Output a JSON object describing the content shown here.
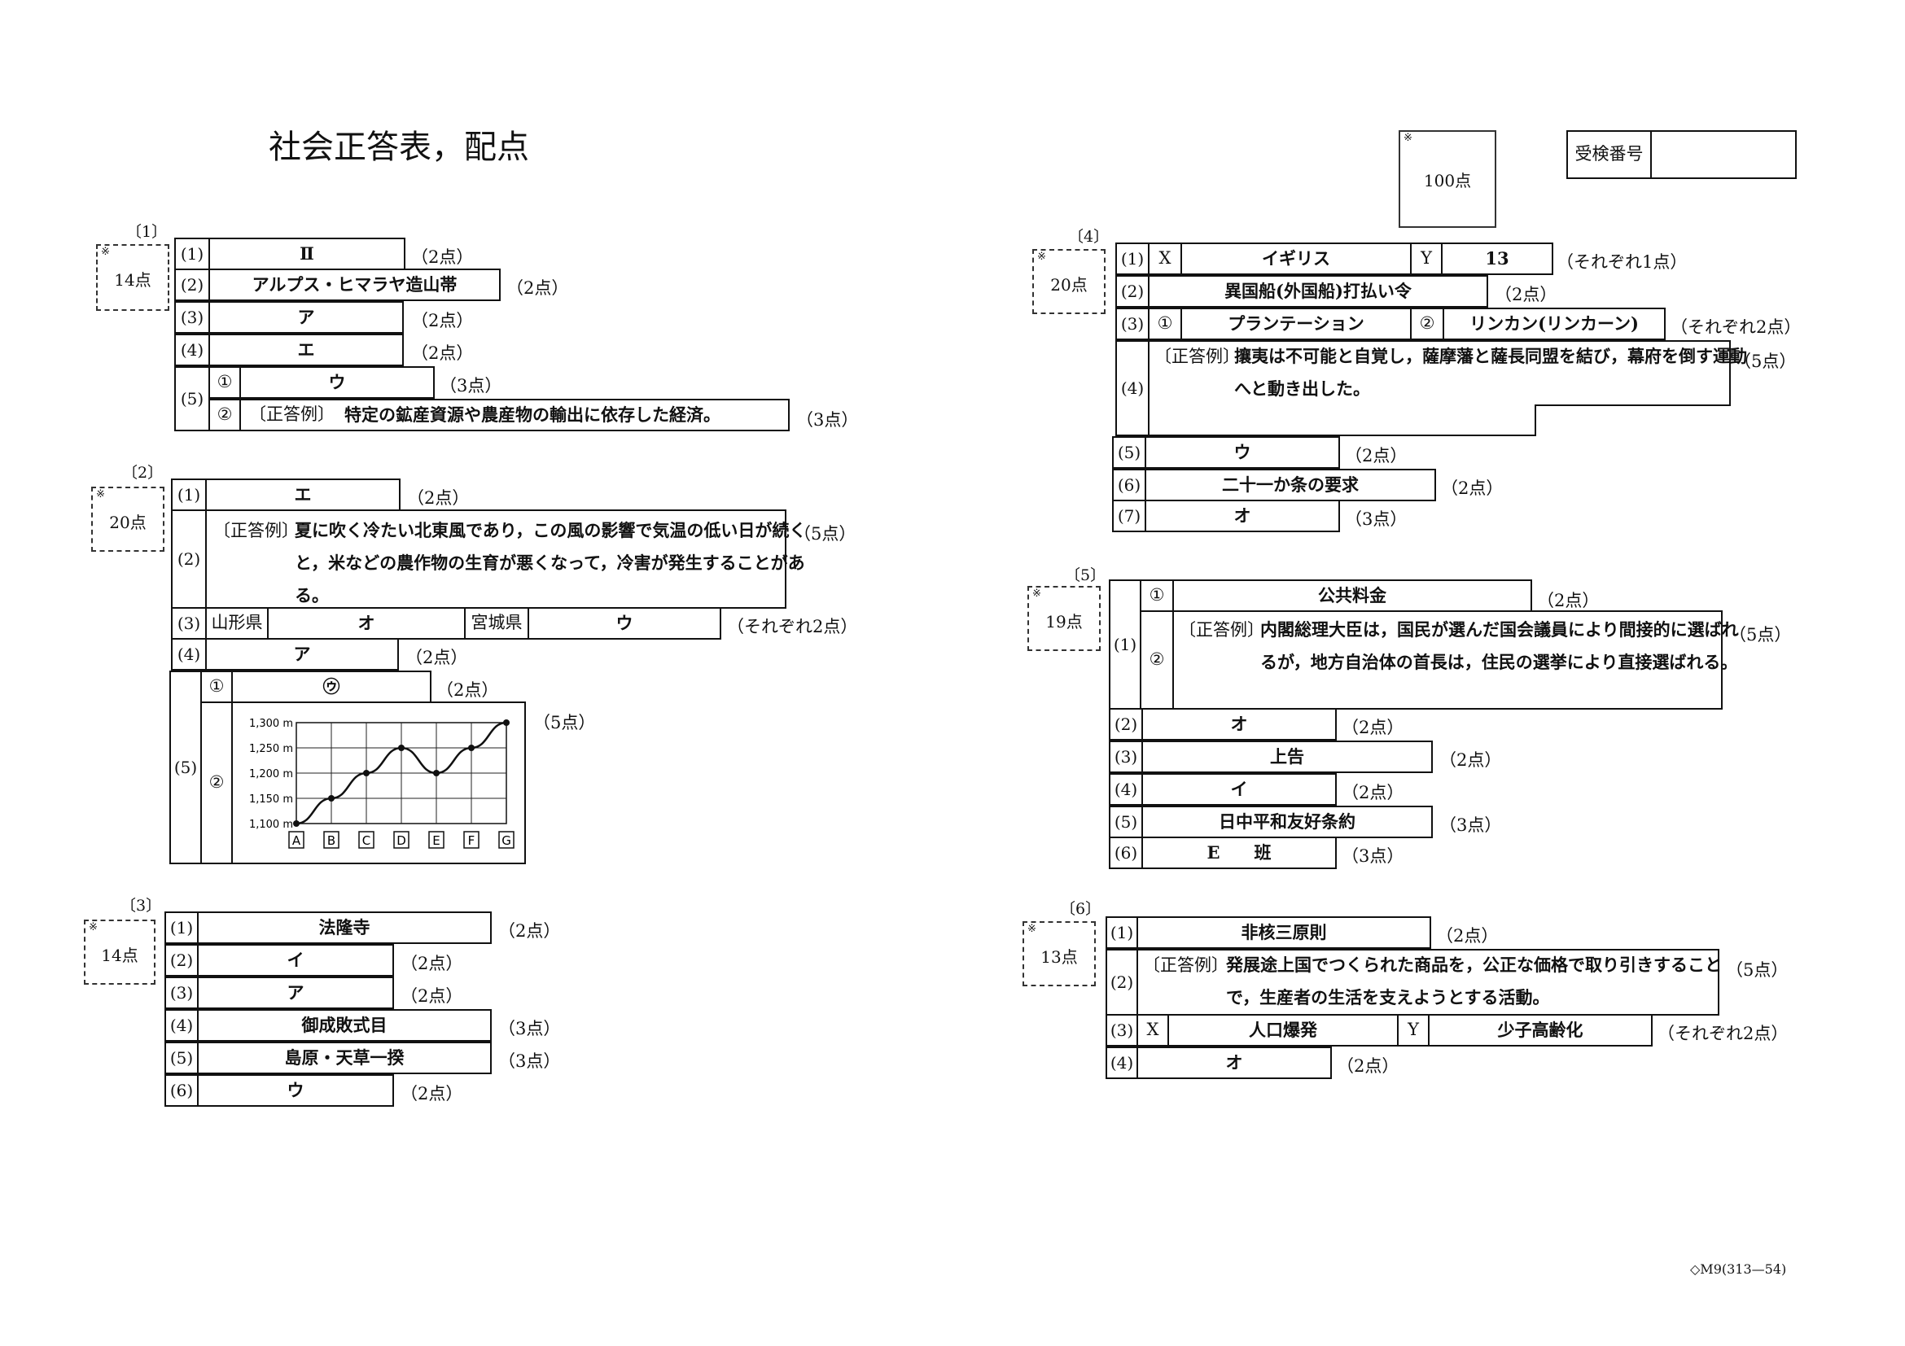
{
  "title": "社会正答表，配点",
  "total": {
    "mark": "※",
    "points": "100点"
  },
  "exam_number_label": "受検番号",
  "footer": "◇M9(313—54)",
  "s1": {
    "header": "〔1〕",
    "points": "14点",
    "q1": {
      "num": "(1)",
      "answer": "Ⅱ",
      "pts": "（2点）"
    },
    "q2": {
      "num": "(2)",
      "answer": "アルプス・ヒマラヤ造山帯",
      "pts": "（2点）"
    },
    "q3": {
      "num": "(3)",
      "answer": "ア",
      "pts": "（2点）"
    },
    "q4": {
      "num": "(4)",
      "answer": "エ",
      "pts": "（2点）"
    },
    "q5": {
      "num": "(5)",
      "a1": {
        "num": "①",
        "answer": "ウ",
        "pts": "（3点）"
      },
      "a2": {
        "num": "②",
        "prefix": "〔正答例〕",
        "answer": "特定の鉱産資源や農産物の輸出に依存した経済。",
        "pts": "（3点）"
      }
    }
  },
  "s2": {
    "header": "〔2〕",
    "points": "20点",
    "q1": {
      "num": "(1)",
      "answer": "エ",
      "pts": "（2点）"
    },
    "q2": {
      "num": "(2)",
      "prefix": "〔正答例〕",
      "line1": "夏に吹く冷たい北東風であり，この風の影響で気温の低い日が続く",
      "line2": "と，米などの農作物の生育が悪くなって，冷害が発生することがあ",
      "line3": "る。",
      "pts": "（5点）"
    },
    "q3": {
      "num": "(3)",
      "label1": "山形県",
      "answer1": "オ",
      "label2": "宮城県",
      "answer2": "ウ",
      "pts": "（それぞれ2点）"
    },
    "q4": {
      "num": "(4)",
      "answer": "ア",
      "pts": "（2点）"
    },
    "q5": {
      "num": "(5)",
      "a1": {
        "num": "①",
        "answer": "㋒",
        "pts": "（2点）"
      },
      "a2": {
        "num": "②",
        "pts": "（5点）"
      }
    }
  },
  "s3": {
    "header": "〔3〕",
    "points": "14点",
    "q1": {
      "num": "(1)",
      "answer": "法隆寺",
      "pts": "（2点）"
    },
    "q2": {
      "num": "(2)",
      "answer": "イ",
      "pts": "（2点）"
    },
    "q3": {
      "num": "(3)",
      "answer": "ア",
      "pts": "（2点）"
    },
    "q4": {
      "num": "(4)",
      "answer": "御成敗式目",
      "pts": "（3点）"
    },
    "q5": {
      "num": "(5)",
      "answer": "島原・天草一揆",
      "pts": "（3点）"
    },
    "q6": {
      "num": "(6)",
      "answer": "ウ",
      "pts": "（2点）"
    }
  },
  "s4": {
    "header": "〔4〕",
    "points": "20点",
    "q1": {
      "num": "(1)",
      "label1": "X",
      "answer1": "イギリス",
      "label2": "Y",
      "answer2": "13",
      "pts": "（それぞれ1点）"
    },
    "q2": {
      "num": "(2)",
      "answer": "異国船(外国船)打払い令",
      "pts": "（2点）"
    },
    "q3": {
      "num": "(3)",
      "label1": "①",
      "answer1": "プランテーション",
      "label2": "②",
      "answer2": "リンカン(リンカーン)",
      "pts": "（それぞれ2点）"
    },
    "q4": {
      "num": "(4)",
      "prefix": "〔正答例〕",
      "line1": "攘夷は不可能と自覚し，薩摩藩と薩長同盟を結び，幕府を倒す運動",
      "line2": "へと動き出した。",
      "pts": "（5点）"
    },
    "q5": {
      "num": "(5)",
      "answer": "ウ",
      "pts": "（2点）"
    },
    "q6": {
      "num": "(6)",
      "answer": "二十一か条の要求",
      "pts": "（2点）"
    },
    "q7": {
      "num": "(7)",
      "answer": "オ",
      "pts": "（3点）"
    }
  },
  "s5": {
    "header": "〔5〕",
    "points": "19点",
    "q1": {
      "num": "(1)",
      "a1": {
        "num": "①",
        "answer": "公共料金",
        "pts": "（2点）"
      },
      "a2": {
        "num": "②",
        "prefix": "〔正答例〕",
        "line1": "内閣総理大臣は，国民が選んだ国会議員により間接的に選ばれ",
        "line2": "るが，地方自治体の首長は，住民の選挙により直接選ばれる。",
        "pts": "（5点）"
      }
    },
    "q2": {
      "num": "(2)",
      "answer": "オ",
      "pts": "（2点）"
    },
    "q3": {
      "num": "(3)",
      "answer": "上告",
      "pts": "（2点）"
    },
    "q4": {
      "num": "(4)",
      "answer": "イ",
      "pts": "（2点）"
    },
    "q5": {
      "num": "(5)",
      "answer": "日中平和友好条約",
      "pts": "（3点）"
    },
    "q6": {
      "num": "(6)",
      "answer": "E　　班",
      "pts": "（3点）"
    }
  },
  "s6": {
    "header": "〔6〕",
    "points": "13点",
    "q1": {
      "num": "(1)",
      "answer": "非核三原則",
      "pts": "（2点）"
    },
    "q2": {
      "num": "(2)",
      "prefix": "〔正答例〕",
      "line1": "発展途上国でつくられた商品を，公正な価格で取り引きすること",
      "line2": "で，生産者の生活を支えようとする活動。",
      "pts": "（5点）"
    },
    "q3": {
      "num": "(3)",
      "label1": "X",
      "answer1": "人口爆発",
      "label2": "Y",
      "answer2": "少子高齢化",
      "pts": "（それぞれ2点）"
    },
    "q4": {
      "num": "(4)",
      "answer": "オ",
      "pts": "（2点）"
    }
  },
  "chart_data": {
    "type": "line",
    "categories": [
      "A",
      "B",
      "C",
      "D",
      "E",
      "F",
      "G"
    ],
    "values": [
      1100,
      1150,
      1200,
      1250,
      1200,
      1250,
      1300
    ],
    "ytick_labels": [
      "1,100 m",
      "1,150 m",
      "1,200 m",
      "1,250 m",
      "1,300 m"
    ],
    "ylim": [
      1100,
      1300
    ],
    "grid": true
  }
}
